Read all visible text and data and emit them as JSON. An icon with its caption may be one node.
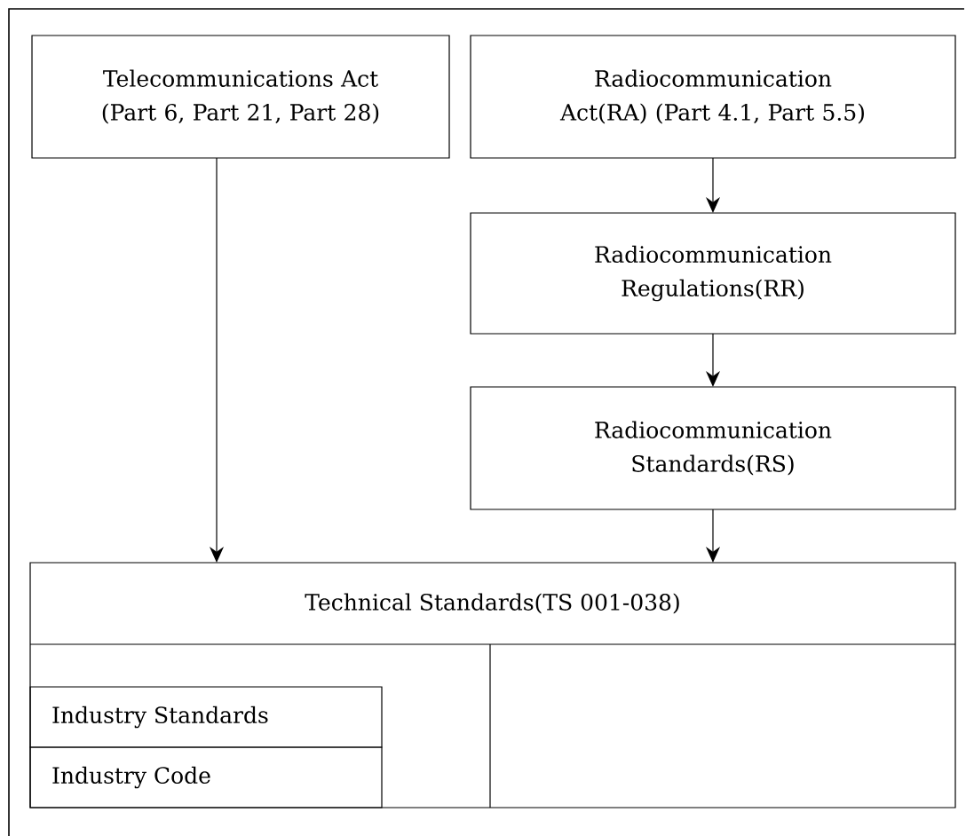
{
  "diagram": {
    "nodes": [
      {
        "text": [
          "Telecommunications Act (Part 6, Part 21, Part 28)"
        ]
      },
      {
        "text": [
          "Radiocommunication Act(RA) (Part 4.1, Part 5.5)"
        ]
      },
      {
        "text": [
          "Radiocommunication Regulations(RR)"
        ]
      },
      {
        "text": [
          "Radiocommunication Standards(RS)"
        ]
      },
      {
        "text": [
          "Technical Standards(TS 001-038)"
        ]
      },
      {
        "text": [
          "Industry Standards"
        ],
        "in": 4
      },
      {
        "text": [
          "Industry Code"
        ],
        "in": 4
      }
    ],
    "edges": [
      {
        "from": 0,
        "to": 4,
        "arrow": "to"
      },
      {
        "from": 1,
        "to": 2,
        "arrow": "to"
      },
      {
        "from": 2,
        "to": 3,
        "arrow": "to"
      },
      {
        "from": 3,
        "to": 4,
        "arrow": "to"
      }
    ]
  }
}
